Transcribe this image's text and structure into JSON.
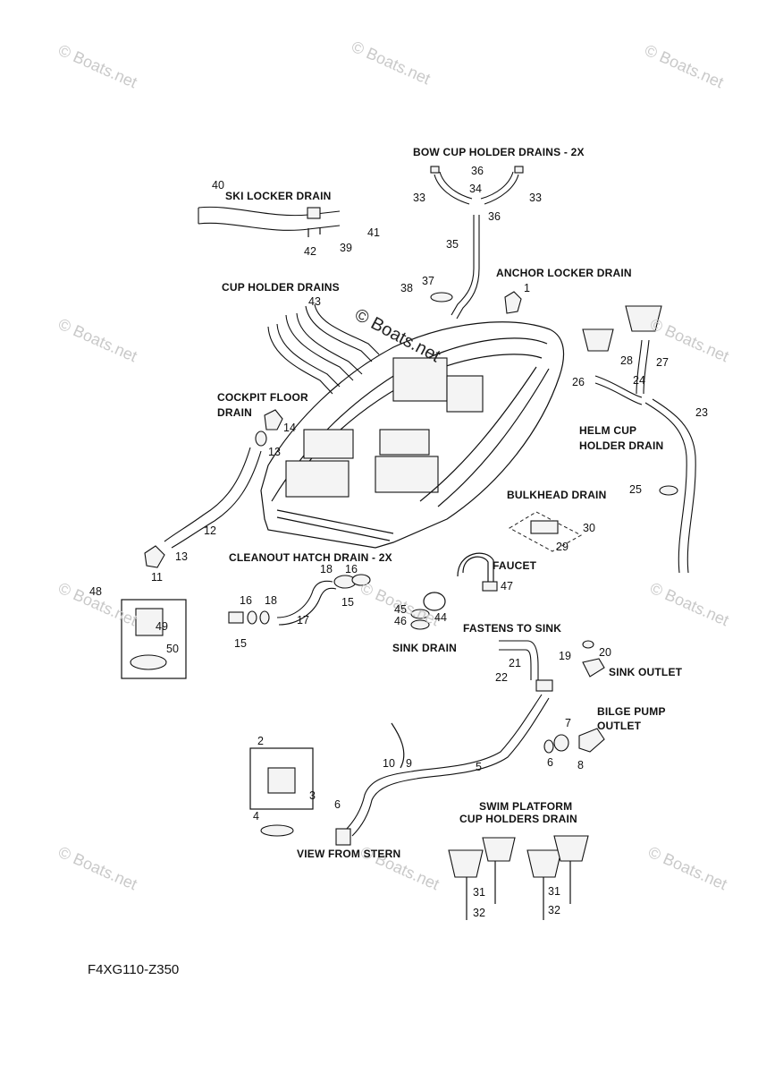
{
  "watermarks": [
    "© Boats.net",
    "© Boats.net",
    "© Boats.net",
    "© Boats.net",
    "© Boats.net",
    "© Boats.net",
    "© Boats.net",
    "© Boats.net",
    "© Boats.net",
    "© Boats.net",
    "© Boats.net"
  ],
  "center_watermark": "© Boats.net",
  "drawing_code": "F4XG110-Z350",
  "labels": {
    "bow_cup_holder_drains": "BOW CUP HOLDER DRAINS - 2X",
    "ski_locker_drain": "SKI LOCKER DRAIN",
    "anchor_locker_drain": "ANCHOR LOCKER DRAIN",
    "cup_holder_drains": "CUP HOLDER DRAINS",
    "cockpit_floor": "COCKPIT FLOOR",
    "drain": "DRAIN",
    "helm_cup": "HELM CUP",
    "holder_drain": "HOLDER DRAIN",
    "bulkhead_drain": "BULKHEAD DRAIN",
    "cleanout_hatch_drain": "CLEANOUT HATCH DRAIN - 2X",
    "faucet": "FAUCET",
    "fastens_to_sink": "FASTENS TO SINK",
    "sink_drain": "SINK DRAIN",
    "sink_outlet": "SINK OUTLET",
    "bilge_pump": "BILGE PUMP",
    "outlet": "OUTLET",
    "swim_platform": "SWIM PLATFORM",
    "cup_holders_drain": "CUP HOLDERS DRAIN",
    "view_from_stern": "VIEW FROM STERN"
  },
  "callouts": [
    "36",
    "33",
    "34",
    "33",
    "36",
    "40",
    "41",
    "42",
    "39",
    "35",
    "37",
    "38",
    "1",
    "43",
    "28",
    "27",
    "26",
    "24",
    "23",
    "14",
    "13",
    "12",
    "13",
    "11",
    "25",
    "30",
    "29",
    "18",
    "16",
    "16",
    "18",
    "17",
    "15",
    "15",
    "47",
    "45",
    "46",
    "44",
    "48",
    "49",
    "50",
    "20",
    "19",
    "21",
    "22",
    "7",
    "6",
    "8",
    "2",
    "3",
    "4",
    "10",
    "9",
    "5",
    "6",
    "31",
    "32",
    "31",
    "32"
  ]
}
